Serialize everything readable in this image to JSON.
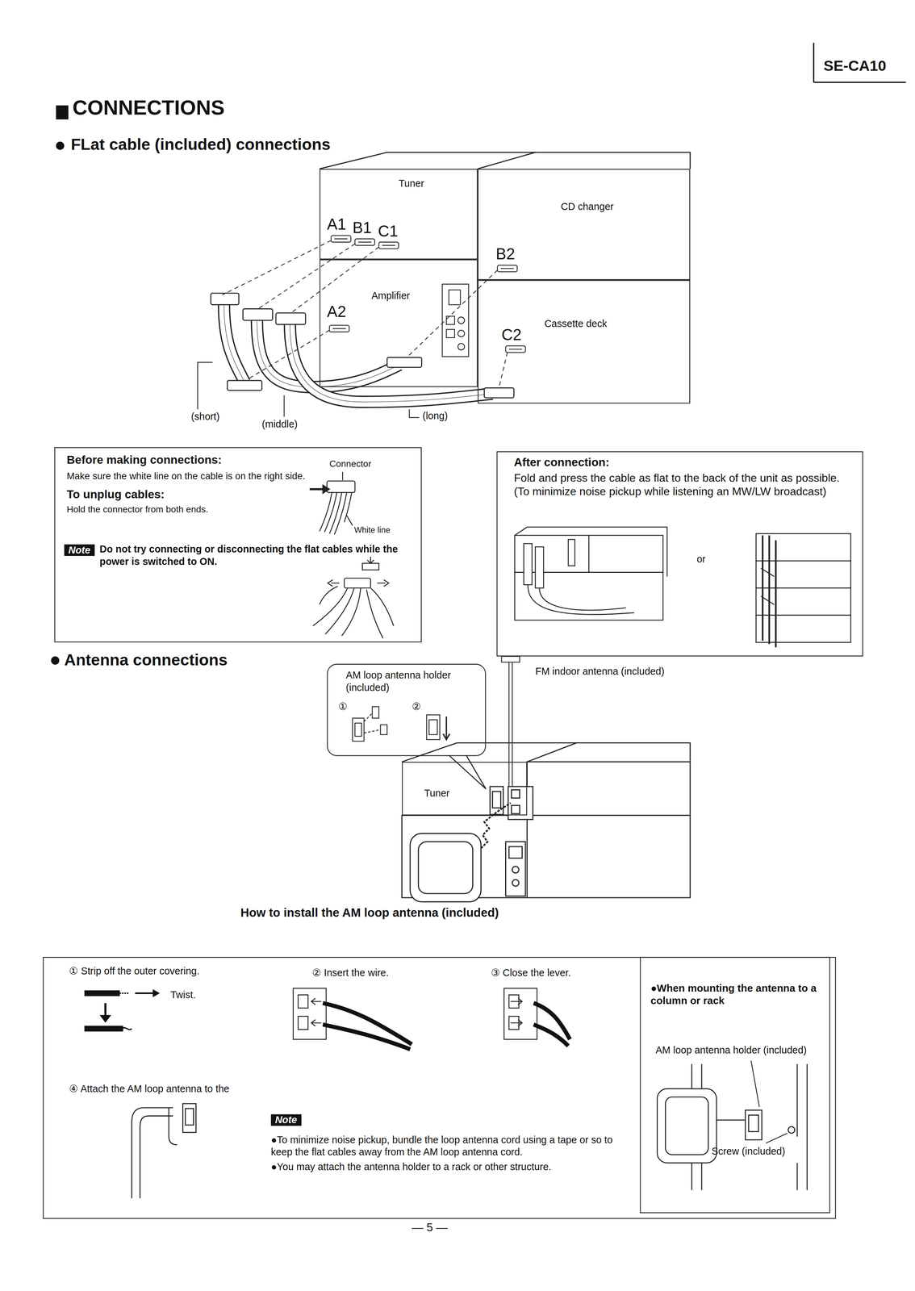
{
  "diagram": {
    "title": "CONNECTIONS",
    "nodes": [
      {
        "text": [
          "Tuner"
        ]
      },
      {
        "text": [
          "CD changer"
        ]
      },
      {
        "text": [
          "Amplifier"
        ]
      },
      {
        "text": [
          "Cassette deck"
        ]
      },
      {
        "text": [
          "Before making connections:",
          "Make sure the white line on the cable is on the right side.",
          "To unplug cables:",
          "Hold the connector from both ends.",
          "Do not try connecting or disconnecting the flat cables while the power is switched to ON."
        ]
      },
      {
        "text": [
          "Note"
        ],
        "in": 4
      },
      {
        "text": [
          "After connection:",
          "Fold and press the cable as flat to the back of the unit as possible. (To minimize noise pickup while listening an MW/LW broadcast)"
        ]
      },
      {
        "text": [
          "AM loop antenna holder (included)"
        ]
      },
      {
        "text": [
          "Tuner"
        ]
      },
      {
        "text": [
          "① Strip off the outer covering.",
          "Twist.",
          "② Insert the wire.",
          "③ Close the lever.",
          "④ Attach the AM loop antenna to the",
          "●To minimize noise pickup, bundle the loop antenna cord using a tape or so to keep the flat cables away from the AM loop antenna cord.",
          "●You may attach the antenna holder to a rack or other structure."
        ]
      },
      {
        "text": [
          "Note"
        ],
        "in": 9
      },
      {
        "text": [
          "●When mounting the antenna to a column or rack",
          "AM loop antenna holder (included)",
          "Screw (included)"
        ],
        "in": 9
      }
    ],
    "labels": [
      "SE-CA10",
      "FLat cable (included) connections",
      "A1",
      "B1",
      "C1",
      "A2",
      "B2",
      "C2",
      "(short)",
      "(middle)",
      "(long)",
      "Connector",
      "White line",
      "or",
      "Antenna connections",
      "①",
      "②",
      "FM indoor antenna (included)",
      "How to install the AM loop antenna (included)",
      "— 5 —"
    ]
  }
}
